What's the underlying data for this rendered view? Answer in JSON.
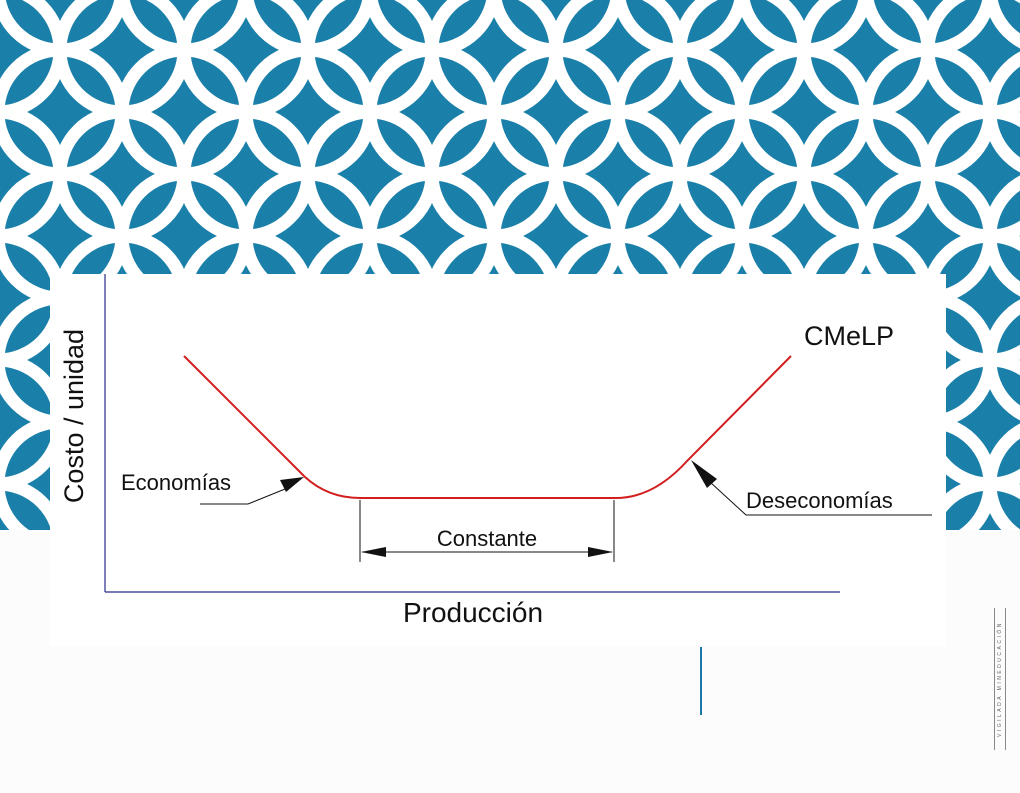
{
  "colors": {
    "pattern_bg": "#1a7fa9",
    "pattern_ring": "#ffffff",
    "curve": "#d21e1e",
    "axis": "#2b2b8f",
    "accent": "#1a78a8"
  },
  "diagram": {
    "y_axis_label": "Costo / unidad",
    "x_axis_label": "Producción",
    "curve_label": "CMeLP",
    "economies_label": "Economías",
    "constant_label": "Constante",
    "diseconomies_label": "Deseconomías"
  },
  "footer": {
    "vertical_text": "VIGILADA MINEDUCACIÓN"
  }
}
